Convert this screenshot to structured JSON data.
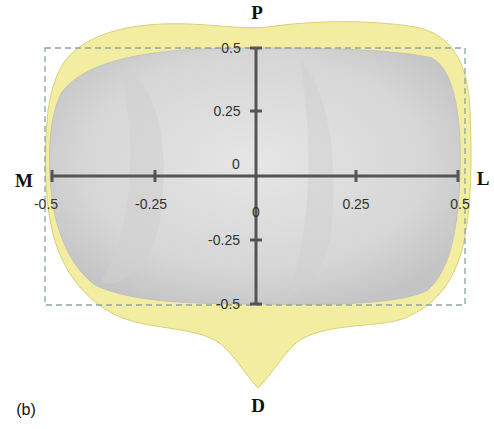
{
  "diagram": {
    "labels": [
      "P",
      "M",
      "L",
      "D",
      "0.5",
      "0.25",
      "0",
      "-0.25",
      "-0.5",
      "-0.5",
      "-0.25",
      "0",
      "0.25",
      "0.5",
      "(b)"
    ]
  }
}
